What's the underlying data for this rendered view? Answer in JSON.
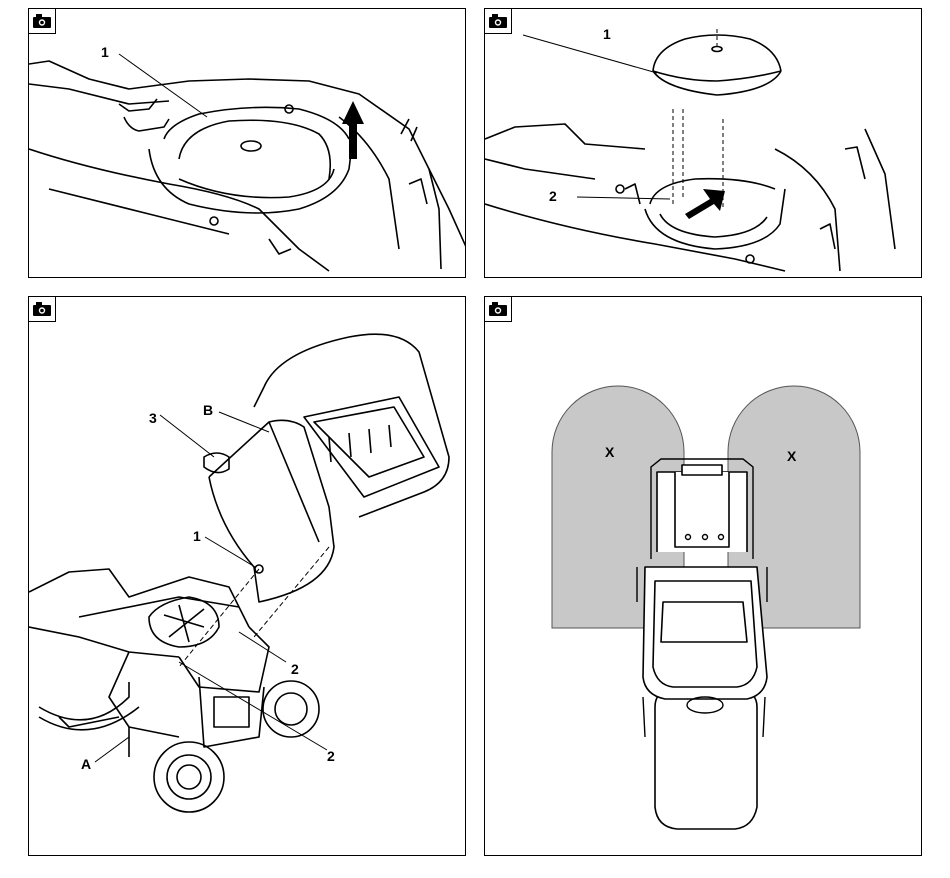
{
  "icons": {
    "camera": "camera-icon"
  },
  "panels": [
    {
      "id": "p1",
      "labels": {
        "l1": "1"
      }
    },
    {
      "id": "p2",
      "labels": {
        "l1": "1",
        "l2": "2"
      }
    },
    {
      "id": "p3",
      "labels": {
        "l1": "1",
        "l2a": "2",
        "l2b": "2",
        "l3": "3",
        "lA": "A",
        "lB": "B"
      }
    },
    {
      "id": "p4",
      "labels": {
        "x1": "X",
        "x2": "X"
      }
    }
  ]
}
